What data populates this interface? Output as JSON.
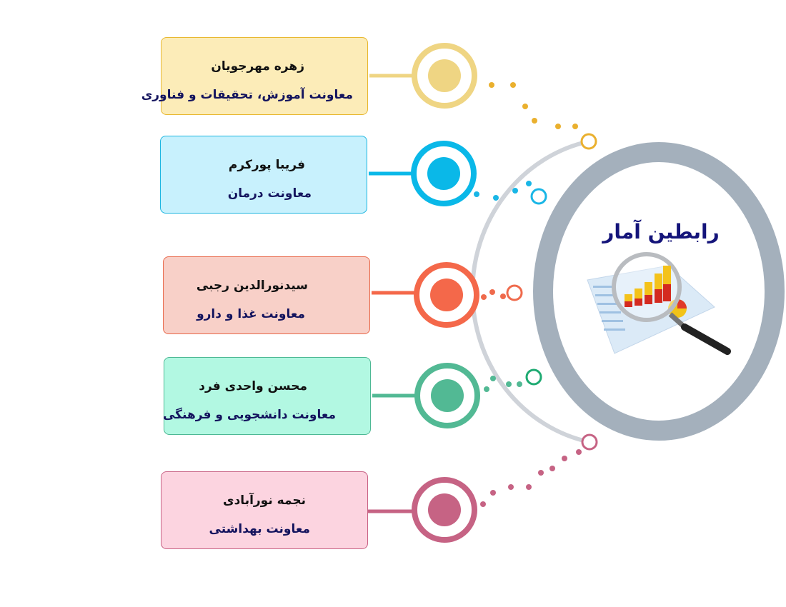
{
  "title": "رابطین آمار",
  "colors": {
    "yellow": "#efd583",
    "blue": "#0ab8e8",
    "red": "#f4684a",
    "green": "#52b994",
    "pink": "#c66384",
    "ring": "#a4b0bc",
    "title": "#14147a"
  },
  "cards": [
    {
      "name": "زهره مهرجویان",
      "role": "معاونت آموزش، تحقیقات و فناوری"
    },
    {
      "name": "فریبا پورکرم",
      "role": "معاونت درمان"
    },
    {
      "name": "سیدنورالدین رجبی",
      "role": "معاونت غذا و دارو"
    },
    {
      "name": "محسن واحدی فرد",
      "role": "معاونت دانشجویی و فرهنگی"
    },
    {
      "name": "نجمه نورآبادی",
      "role": "معاونت بهداشتی"
    }
  ],
  "center_icon": "magnifier-chart-icon"
}
